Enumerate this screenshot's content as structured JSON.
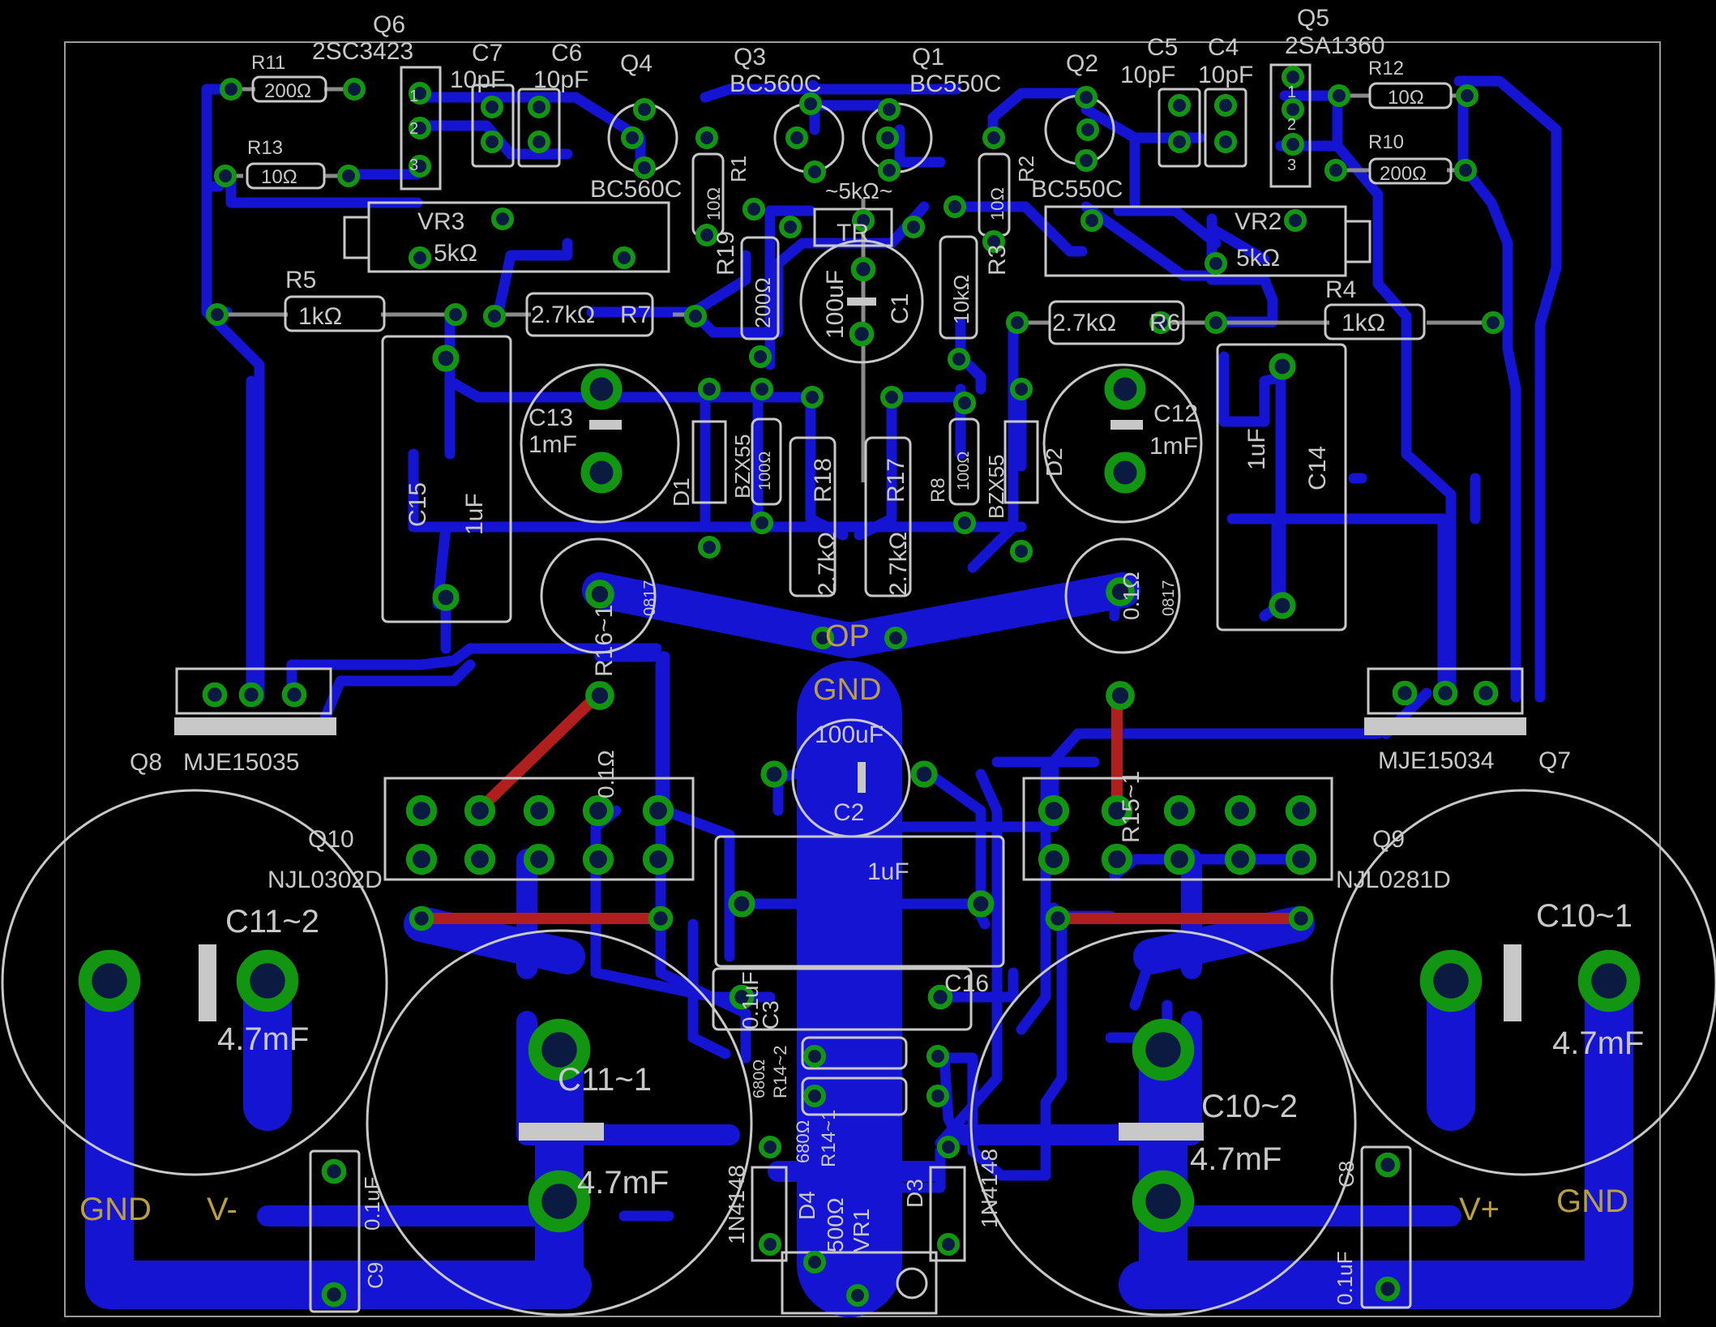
{
  "colors": {
    "background": "#000000",
    "bottom_copper": "#1414d2",
    "top_copper": "#b01e1e",
    "pad_ring": "#129612",
    "pad_hole": "#0a1a40",
    "silkscreen": "#c8c8c8",
    "net_label": "#b8a040"
  },
  "parts": {
    "q6_name": "Q6",
    "q6_value": "2SC3423",
    "q5_name": "Q5",
    "q5_value": "2SA1360",
    "q4_name": "Q4",
    "q4_value": "BC560C",
    "q3_name": "Q3",
    "q3_value": "BC560C",
    "q1_name": "Q1",
    "q1_value": "BC550C",
    "q2_name": "Q2",
    "q2_value": "BC550C",
    "q8_name": "Q8",
    "q8_value": "MJE15035",
    "q7_name": "Q7",
    "q7_value": "MJE15034",
    "q10_name": "Q10",
    "q10_value": "NJL0302D",
    "q9_name": "Q9",
    "q9_value": "NJL0281D",
    "r11_name": "R11",
    "r11_value": "200Ω",
    "r13_name": "R13",
    "r13_value": "10Ω",
    "r12_name": "R12",
    "r12_value": "10Ω",
    "r10_name": "R10",
    "r10_value": "200Ω",
    "r5_name": "R5",
    "r5_value": "1kΩ",
    "r4_name": "R4",
    "r4_value": "1kΩ",
    "r7_name": "R7",
    "r7_value": "2.7kΩ",
    "r6_name": "R6",
    "r6_value": "2.7kΩ",
    "r1_name": "R1",
    "r1_value": "10Ω",
    "r2_name": "R2",
    "r2_value": "10Ω",
    "r19_name": "R19",
    "r19_value": "200Ω",
    "r3_name": "R3",
    "r3_value": "10kΩ",
    "r18_name": "R18",
    "r18_value": "2.7kΩ",
    "r17_name": "R17",
    "r17_value": "2.7kΩ",
    "r9_value": "100Ω",
    "r8_name": "R8",
    "r8_value": "100Ω",
    "r16_name": "R16~1",
    "r16_value": "0.1Ω",
    "r15_name": "R15~1",
    "r15_value": "0.1Ω",
    "r14_a_name": "R14~2",
    "r14_a_value": "680Ω",
    "r14_b_name": "R14~1",
    "r14_b_value": "680Ω",
    "r_power_code": "0817",
    "vr3_name": "VR3",
    "vr3_value": "5kΩ",
    "vr2_name": "VR2",
    "vr2_value": "5kΩ",
    "tr_name": "TR",
    "tr_value": "~5kΩ~",
    "vr1_name": "VR1",
    "vr1_value": "500Ω",
    "c7_name": "C7",
    "c7_value": "10pF",
    "c6_name": "C6",
    "c6_value": "10pF",
    "c5_name": "C5",
    "c5_value": "10pF",
    "c4_name": "C4",
    "c4_value": "10pF",
    "c1_name": "C1",
    "c1_value": "100uF",
    "c2_name": "C2",
    "c2_value": "100uF",
    "c13_name": "C13",
    "c13_value": "1mF",
    "c12_name": "C12",
    "c12_value": "1mF",
    "c15_name": "C15",
    "c15_value": "1uF",
    "c14_name": "C14",
    "c14_value": "1uF",
    "c_film_value": "1uF",
    "c3_name": "C3",
    "c3_value": "0.1uF",
    "c16_name": "C16",
    "c11_2_name": "C11~2",
    "c11_2_value": "4.7mF",
    "c11_1_name": "C11~1",
    "c11_1_value": "4.7mF",
    "c10_1_name": "C10~1",
    "c10_1_value": "4.7mF",
    "c10_2_name": "C10~2",
    "c10_2_value": "4.7mF",
    "c9_name": "C9",
    "c9_value": "0.1uF",
    "c8_name": "C8",
    "c8_value": "0.1uF",
    "d1_name": "D1",
    "d1_value": "BZX55",
    "d2_name": "D2",
    "d2_value": "BZX55",
    "d4_name": "D4",
    "d4_value": "1N4148",
    "d3_name": "D3",
    "d3_value": "1N4148",
    "pin_1": "1",
    "pin_2": "2",
    "pin_3": "3"
  },
  "nets": {
    "op": "OP",
    "gnd_center": "GND",
    "gnd_left": "GND",
    "v_minus": "V-",
    "v_plus": "V+",
    "gnd_right": "GND"
  }
}
